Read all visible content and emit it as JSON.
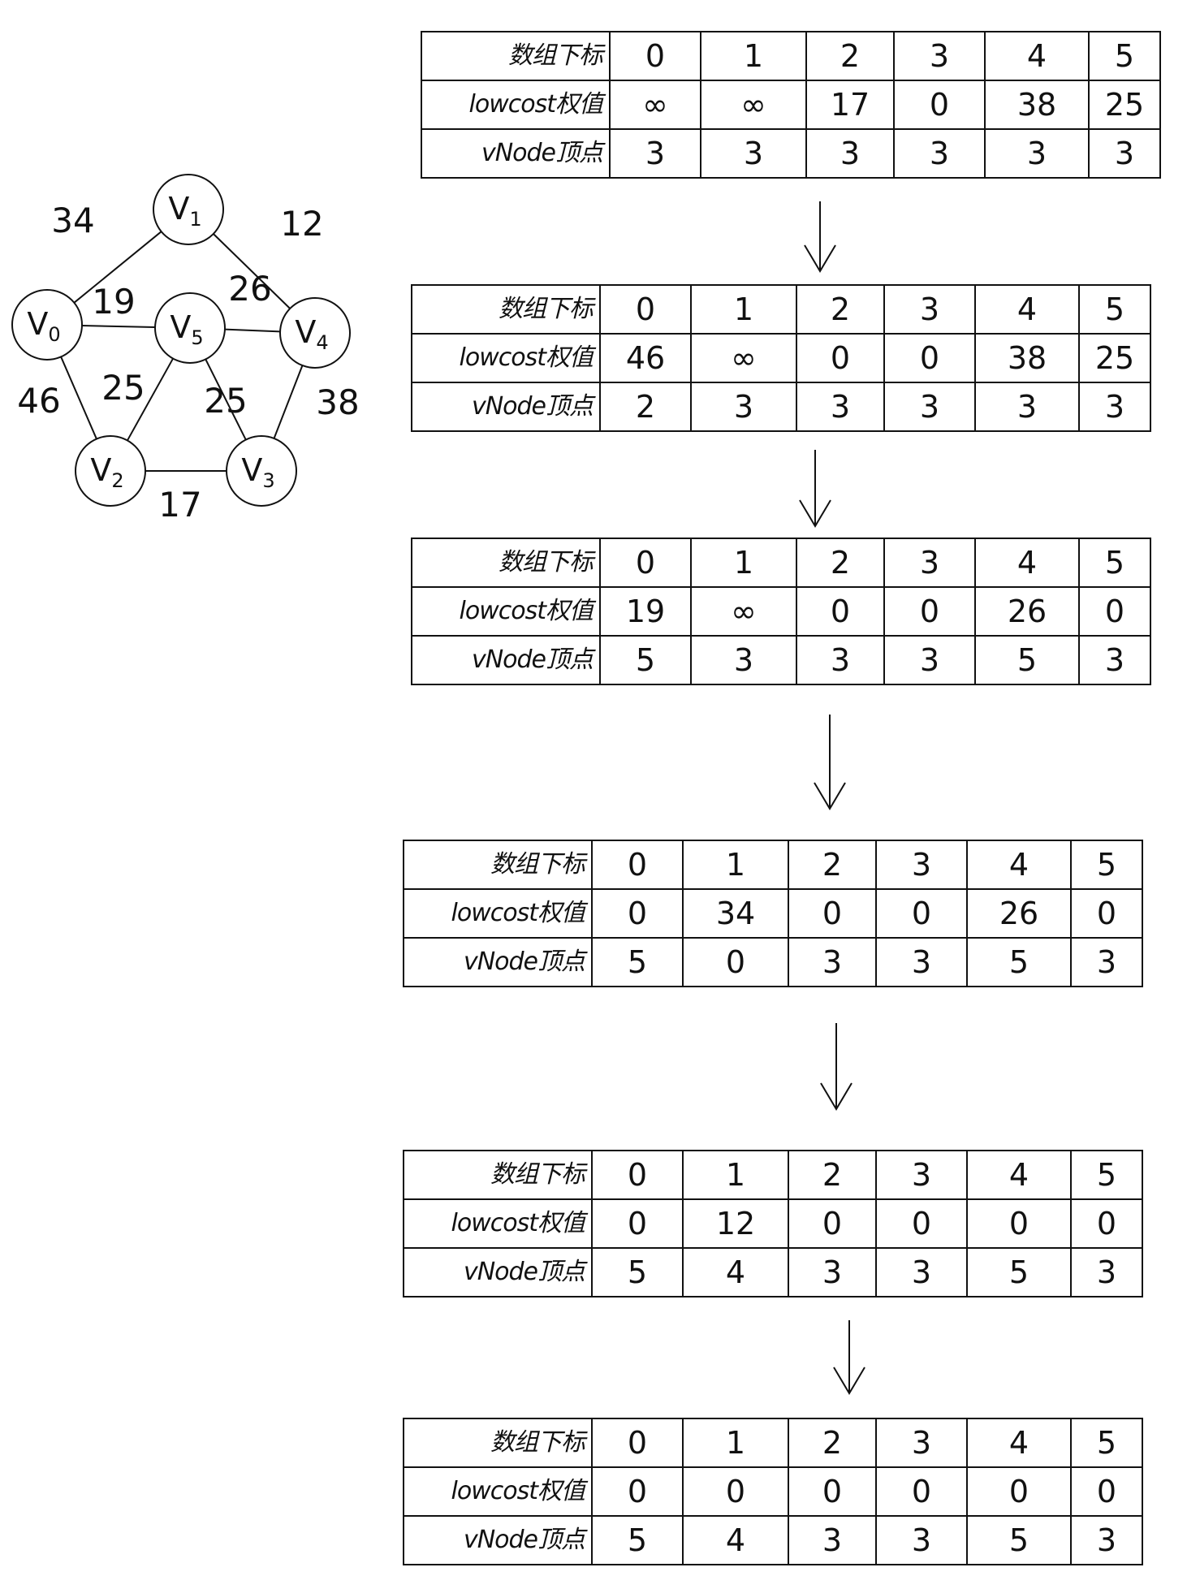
{
  "graph": {
    "nodes": [
      {
        "id": "V0",
        "label": "V0",
        "base": "V",
        "sub": "0"
      },
      {
        "id": "V1",
        "label": "V1",
        "base": "V",
        "sub": "1"
      },
      {
        "id": "V2",
        "label": "V2",
        "base": "V",
        "sub": "2"
      },
      {
        "id": "V3",
        "label": "V3",
        "base": "V",
        "sub": "3"
      },
      {
        "id": "V4",
        "label": "V4",
        "base": "V",
        "sub": "4"
      },
      {
        "id": "V5",
        "label": "V5",
        "base": "V",
        "sub": "5"
      }
    ],
    "edges": [
      {
        "from": "V0",
        "to": "V1",
        "weight": "34"
      },
      {
        "from": "V1",
        "to": "V4",
        "weight": "12"
      },
      {
        "from": "V0",
        "to": "V5",
        "weight": "19"
      },
      {
        "from": "V5",
        "to": "V4",
        "weight": "26"
      },
      {
        "from": "V0",
        "to": "V2",
        "weight": "46"
      },
      {
        "from": "V5",
        "to": "V2",
        "weight": "25"
      },
      {
        "from": "V5",
        "to": "V3",
        "weight": "25"
      },
      {
        "from": "V4",
        "to": "V3",
        "weight": "38"
      },
      {
        "from": "V2",
        "to": "V3",
        "weight": "17"
      }
    ]
  },
  "row_labels": {
    "index": "数组下标",
    "lowcost": "lowcost权值",
    "vnode": "vNode顶点"
  },
  "indices": [
    "0",
    "1",
    "2",
    "3",
    "4",
    "5"
  ],
  "tables": [
    {
      "lowcost": [
        "∞",
        "∞",
        "17",
        "0",
        "38",
        "25"
      ],
      "vnode": [
        "3",
        "3",
        "3",
        "3",
        "3",
        "3"
      ]
    },
    {
      "lowcost": [
        "46",
        "∞",
        "0",
        "0",
        "38",
        "25"
      ],
      "vnode": [
        "2",
        "3",
        "3",
        "3",
        "3",
        "3"
      ]
    },
    {
      "lowcost": [
        "19",
        "∞",
        "0",
        "0",
        "26",
        "0"
      ],
      "vnode": [
        "5",
        "3",
        "3",
        "3",
        "5",
        "3"
      ]
    },
    {
      "lowcost": [
        "0",
        "34",
        "0",
        "0",
        "26",
        "0"
      ],
      "vnode": [
        "5",
        "0",
        "3",
        "3",
        "5",
        "3"
      ]
    },
    {
      "lowcost": [
        "0",
        "12",
        "0",
        "0",
        "0",
        "0"
      ],
      "vnode": [
        "5",
        "4",
        "3",
        "3",
        "5",
        "3"
      ]
    },
    {
      "lowcost": [
        "0",
        "0",
        "0",
        "0",
        "0",
        "0"
      ],
      "vnode": [
        "5",
        "4",
        "3",
        "3",
        "5",
        "3"
      ]
    }
  ]
}
